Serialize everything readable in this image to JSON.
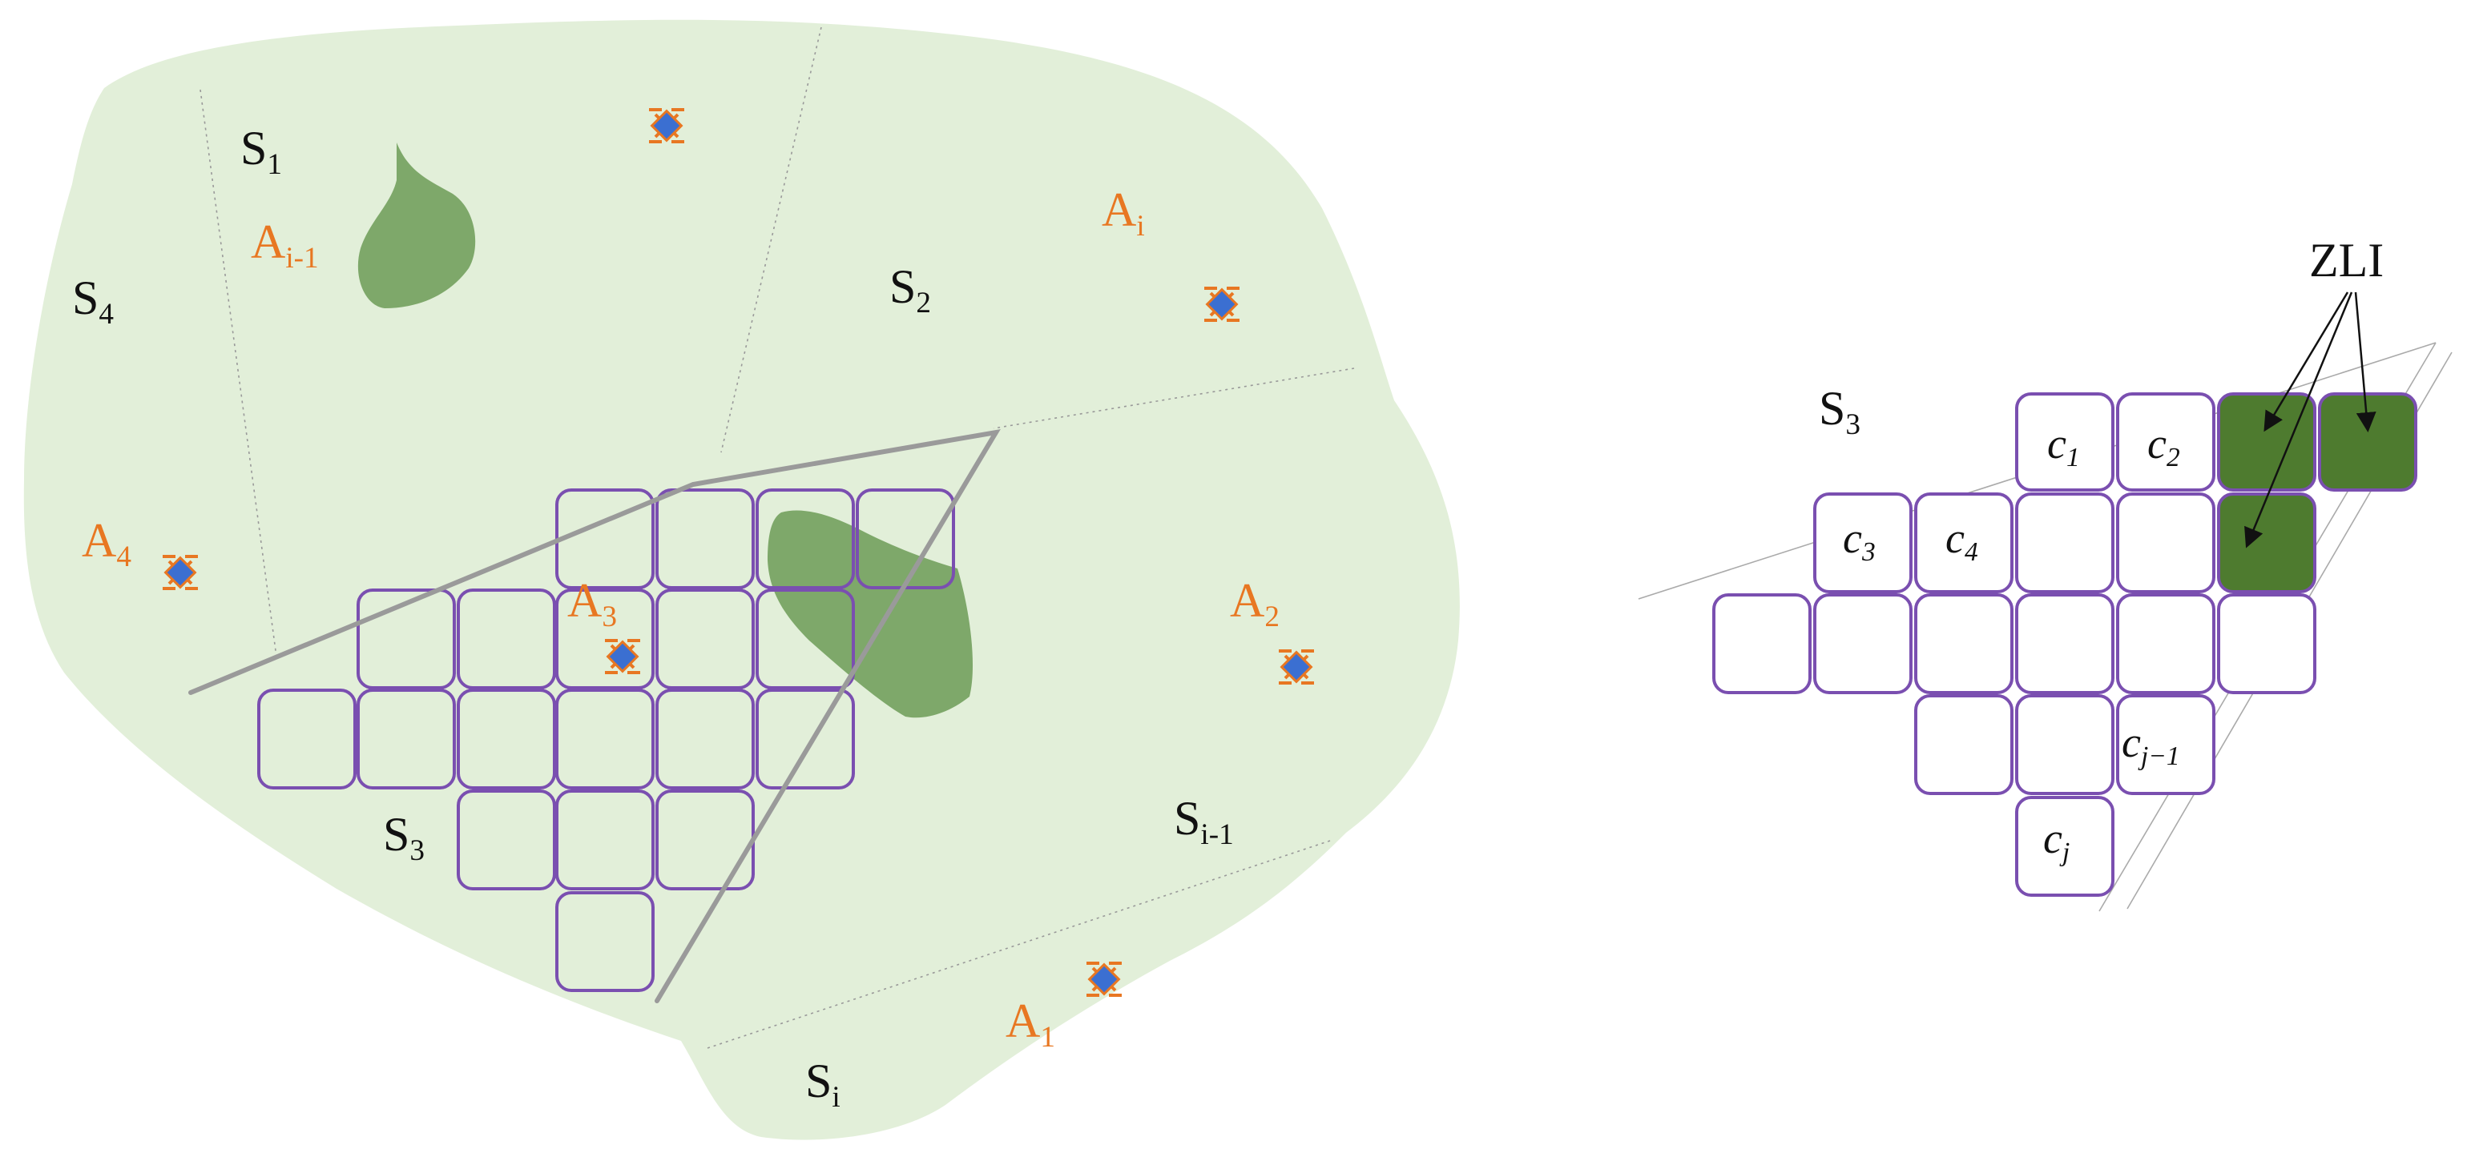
{
  "colors": {
    "region_fill": "#E2EFD9",
    "obstacle": "#7EA86A",
    "cell_border": "#7A4FB0",
    "zli_cell": "#4E7B2F",
    "agent_label": "#E87722",
    "agent_body": "#3B6FD1"
  },
  "map": {
    "sub_areas": [
      {
        "base": "S",
        "sub": "1"
      },
      {
        "base": "S",
        "sub": "2"
      },
      {
        "base": "S",
        "sub": "3"
      },
      {
        "base": "S",
        "sub": "4"
      },
      {
        "base": "S",
        "sub": "i-1"
      },
      {
        "base": "S",
        "sub": "i"
      }
    ],
    "agents": [
      {
        "base": "A",
        "sub": "1",
        "icon": "drone-icon"
      },
      {
        "base": "A",
        "sub": "2",
        "icon": "drone-icon"
      },
      {
        "base": "A",
        "sub": "3",
        "icon": "drone-icon"
      },
      {
        "base": "A",
        "sub": "4",
        "icon": "drone-icon"
      },
      {
        "base": "A",
        "sub": "i-1",
        "icon": "drone-icon"
      },
      {
        "base": "A",
        "sub": "i",
        "icon": "drone-icon"
      }
    ]
  },
  "zoom": {
    "area_label": {
      "base": "S",
      "sub": "3"
    },
    "zli_label": "ZLI",
    "cells": [
      {
        "base": "c",
        "sub": "1"
      },
      {
        "base": "c",
        "sub": "2"
      },
      {
        "base": "c",
        "sub": "3"
      },
      {
        "base": "c",
        "sub": "4"
      },
      {
        "base": "c",
        "sub": "j−1"
      },
      {
        "base": "c",
        "sub": "j"
      }
    ]
  }
}
